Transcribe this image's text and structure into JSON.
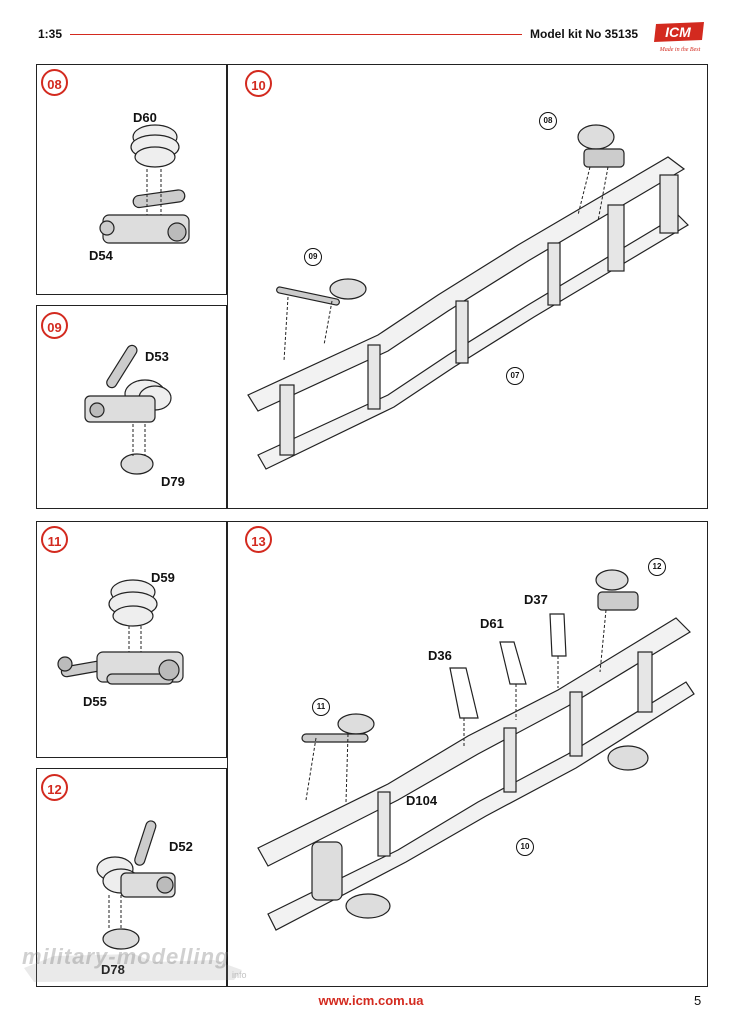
{
  "header": {
    "scale": "1:35",
    "kit_label": "Model kit No 35135",
    "brand": "ICM",
    "tagline": "Made in the Best",
    "accent_color": "#d32a1f"
  },
  "panels": {
    "p08": {
      "step": "08",
      "parts": [
        "D60",
        "D54"
      ]
    },
    "p09": {
      "step": "09",
      "parts": [
        "D53",
        "D79"
      ]
    },
    "p10": {
      "step": "10",
      "refs": [
        "08",
        "09",
        "07"
      ]
    },
    "p11": {
      "step": "11",
      "parts": [
        "D59",
        "D55"
      ]
    },
    "p12": {
      "step": "12",
      "parts": [
        "D52",
        "D78"
      ]
    },
    "p13": {
      "step": "13",
      "parts": [
        "D36",
        "D61",
        "D37",
        "D104"
      ],
      "refs": [
        "12",
        "11",
        "10"
      ]
    }
  },
  "footer": {
    "url": "www.icm.com.ua",
    "page": "5"
  },
  "watermark": {
    "text": "military-modelling",
    "suffix": "info"
  }
}
